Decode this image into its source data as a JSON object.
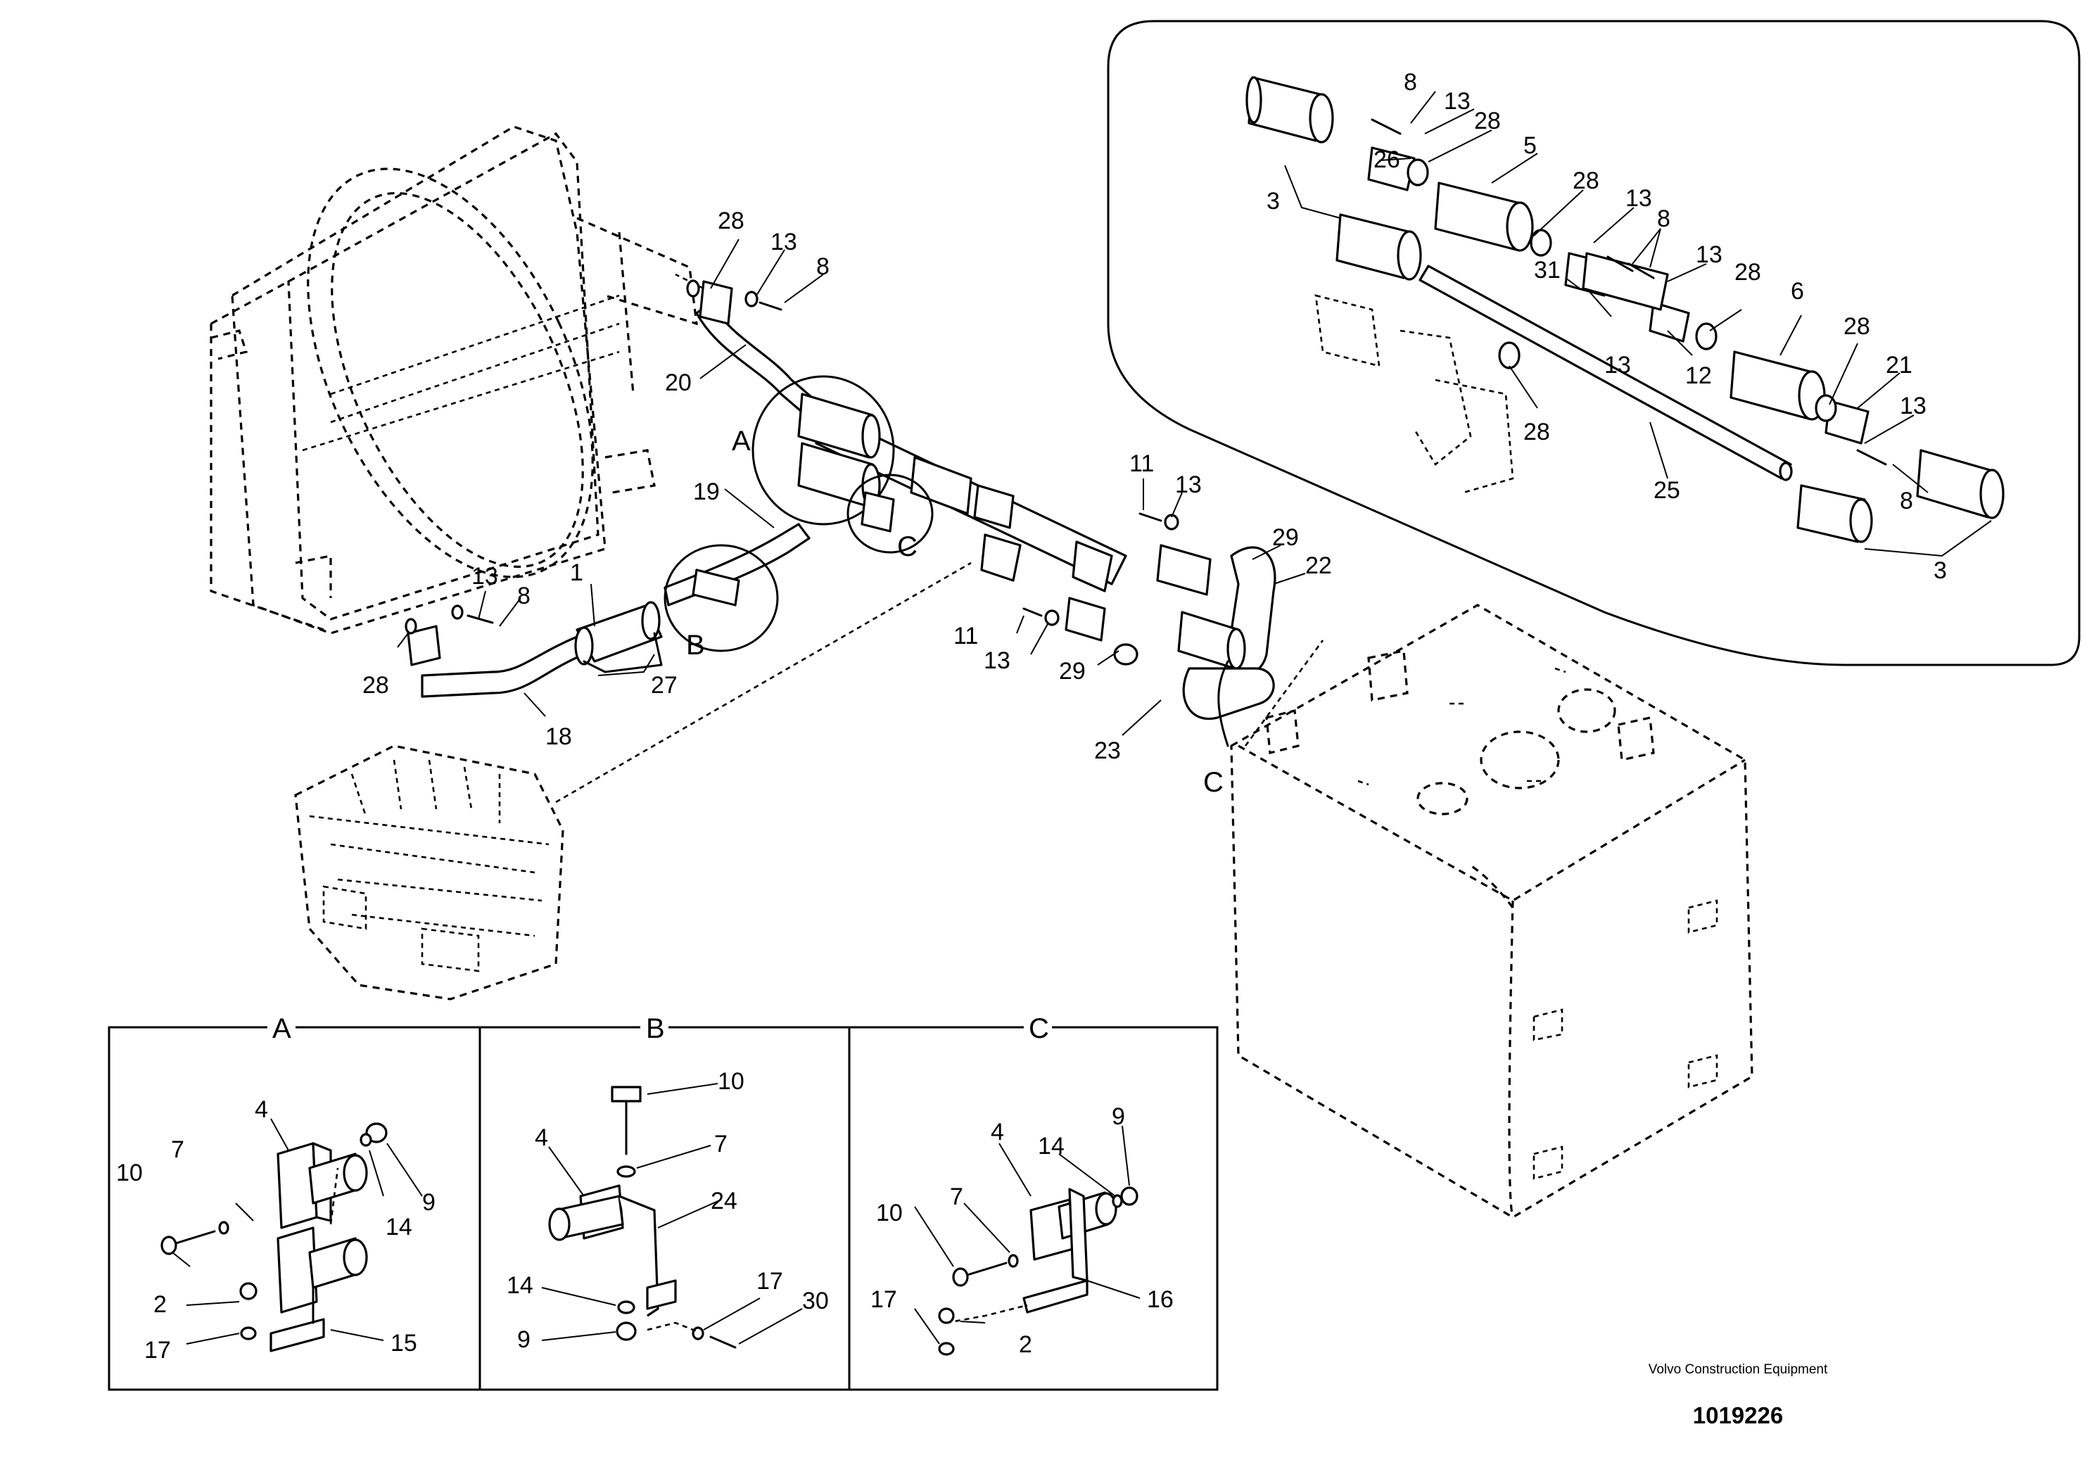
{
  "callouts": {
    "n1": "1",
    "n2": "2",
    "n3": "3",
    "n4": "4",
    "n5": "5",
    "n6": "6",
    "n7": "7",
    "n8": "8",
    "n9": "9",
    "n10": "10",
    "n11": "11",
    "n12": "12",
    "n13": "13",
    "n14": "14",
    "n15": "15",
    "n16": "16",
    "n17": "17",
    "n18": "18",
    "n19": "19",
    "n20": "20",
    "n21": "21",
    "n22": "22",
    "n23": "23",
    "n24": "24",
    "n25": "25",
    "n26": "26",
    "n27": "27",
    "n28": "28",
    "n29": "29",
    "n30": "30",
    "n31": "31"
  },
  "details": {
    "a": "A",
    "b": "B",
    "c": "C"
  },
  "footer": {
    "company": "Volvo Construction Equipment",
    "doc_number": "1019226"
  }
}
